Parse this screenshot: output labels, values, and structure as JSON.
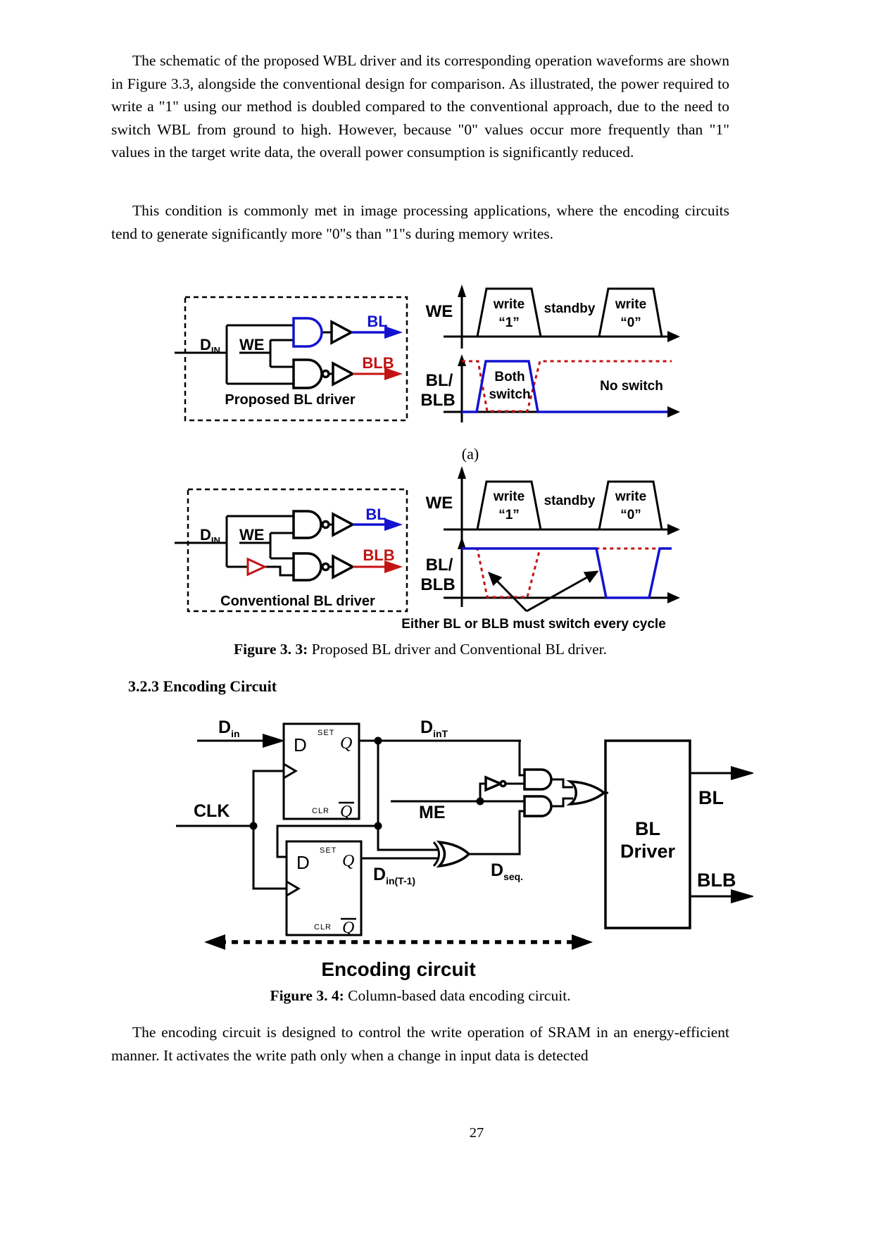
{
  "page": {
    "number": "27"
  },
  "content": {
    "p1": "The schematic of the proposed WBL driver and its corresponding operation waveforms are shown in Figure 3.3, alongside the conventional design for comparison. As illustrated, the power required to write a \"1\" using our method is doubled compared to the conventional approach, due to the need to switch WBL from ground to high. However, because \"0\" values occur more frequently than \"1\" values in the target write data, the overall power consumption is significantly reduced.",
    "p2": "This condition is commonly met in image processing applications, where the encoding circuits tend to generate significantly more \"0\"s than \"1\"s during memory writes.",
    "section_heading": "3.2.3 Encoding Circuit",
    "fig33_caption_label": "Figure 3. 3:",
    "fig33_caption_text": "Proposed BL driver and Conventional BL driver.",
    "fig34_caption_label": "Figure 3. 4:",
    "fig34_caption_text": "Column-based data encoding circuit.",
    "p3": "The encoding circuit is designed to control the write operation of SRAM in an energy-efficient manner. It activates the write path only when a change in input data is detected"
  },
  "fig33": {
    "proposed": {
      "din_main": "D",
      "din_sub": "IN",
      "we": "WE",
      "bl": "BL",
      "blb": "BLB",
      "box_label": "Proposed BL driver"
    },
    "conventional": {
      "din_main": "D",
      "din_sub": "IN",
      "we": "WE",
      "bl": "BL",
      "blb": "BLB",
      "box_label": "Conventional BL driver"
    },
    "wave_a": {
      "we": "WE",
      "write1_l1": "write",
      "write1_l2": "“1”",
      "standby": "standby",
      "write0_l1": "write",
      "write0_l2": "“0”",
      "bl_l1": "BL/",
      "bl_l2": "BLB",
      "both_l1": "Both",
      "both_l2": "switch",
      "no_switch": "No switch"
    },
    "sub_a": "(a)",
    "wave_b": {
      "we": "WE",
      "write1_l1": "write",
      "write1_l2": "“1”",
      "standby": "standby",
      "write0_l1": "write",
      "write0_l2": "“0”",
      "bl_l1": "BL/",
      "bl_l2": "BLB",
      "annotation": "Either BL or BLB must switch every cycle"
    }
  },
  "fig34": {
    "din_main": "D",
    "din_sub": "in",
    "clk": "CLK",
    "dint_main": "D",
    "dint_sub": "inT",
    "me": "ME",
    "dint1_main": "D",
    "dint1_sub": "in(T-1)",
    "dseq_main": "D",
    "dseq_sub": "seq.",
    "bl": "BL",
    "blb": "BLB",
    "driver_l1": "BL",
    "driver_l2": "Driver",
    "encoding_label": "Encoding circuit",
    "ff1": {
      "d": "D",
      "set": "SET",
      "q": "Q",
      "clr": "CLR",
      "qbar": "Q"
    },
    "ff2": {
      "d": "D",
      "set": "SET",
      "q": "Q",
      "clr": "CLR",
      "qbar": "Q"
    }
  },
  "colors": {
    "blue": "#1212d0",
    "red": "#c41313",
    "black": "#000000"
  }
}
